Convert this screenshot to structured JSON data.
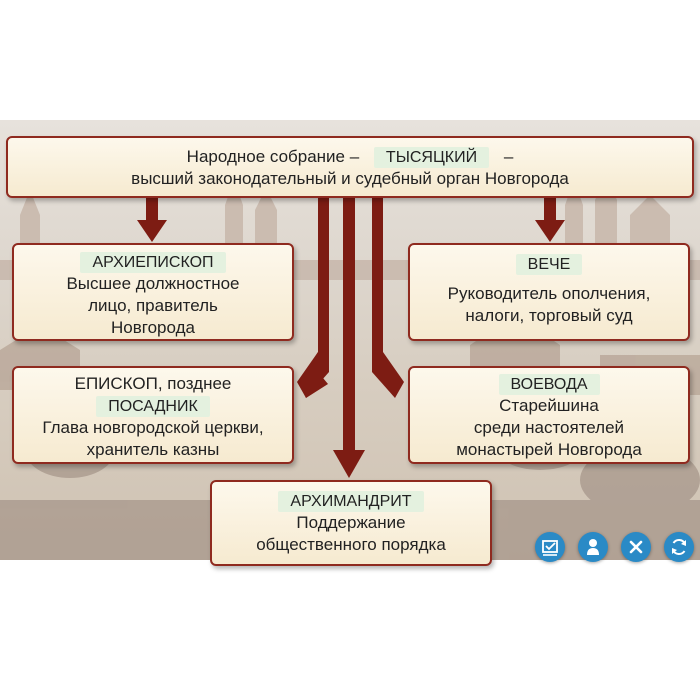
{
  "header": {
    "line1_before": "Народное собрание –",
    "line1_tag": "ТЫСЯЦКИЙ",
    "line1_after": "–",
    "line2": "высший законодательный и судебный орган Новгорода"
  },
  "boxes": {
    "top_left": {
      "tag": "АРХИЕПИСКОП",
      "lines": [
        "Высшее должностное",
        "лицо, правитель",
        "Новгорода"
      ]
    },
    "top_right": {
      "tag": "ВЕЧЕ",
      "lines": [
        "Руководитель ополчения,",
        "налоги, торговый суд"
      ]
    },
    "mid_left": {
      "title": "ЕПИСКОП, позднее",
      "tag": "ПОСАДНИК",
      "lines": [
        "Глава новгородской церкви,",
        "хранитель казны"
      ]
    },
    "mid_right": {
      "tag": "ВОЕВОДА",
      "lines": [
        "Старейшина",
        "среди настоятелей",
        "монастырей Новгорода"
      ]
    },
    "bottom": {
      "tag": "АРХИМАНДРИТ",
      "lines": [
        "Поддержание",
        "общественного порядка"
      ]
    }
  },
  "toolbar": {
    "buttons": [
      {
        "icon": "check-list-icon"
      },
      {
        "icon": "person-icon"
      },
      {
        "icon": "close-icon"
      },
      {
        "icon": "refresh-icon"
      }
    ]
  },
  "colors": {
    "arrow": "#7d1c13",
    "border": "#8f2a1f",
    "tag_background": "#e4f1df",
    "button": "#2a8ac6"
  }
}
